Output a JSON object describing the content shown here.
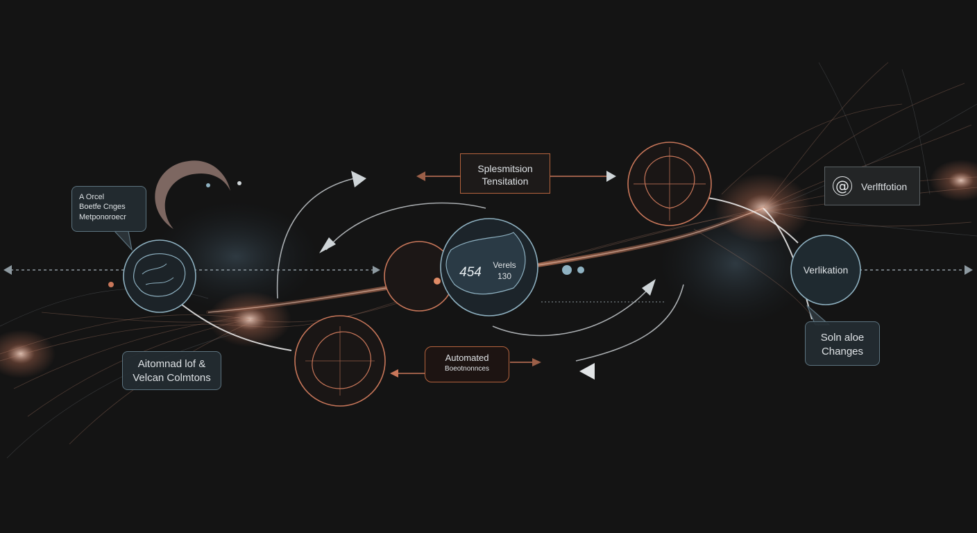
{
  "labels": {
    "top_left_note": [
      "A Orcel",
      "Boetfe Cnges",
      "Metponoroecr"
    ],
    "automated_left": [
      "Aitomnad lof &",
      "Velcan Colmtons"
    ],
    "speleminsion": [
      "Splesmitsion",
      "Tensitation"
    ],
    "automated_center": [
      "Automated",
      "Boeotnonnces"
    ],
    "center_circle_numeral": "454",
    "center_circle_text": [
      "Verels",
      "130"
    ],
    "verification_top": "Verlftfotion",
    "at_symbol": "@",
    "verification_circle": "Verlikation",
    "soln_aloe": [
      "Soln aloe",
      "Changes"
    ]
  },
  "colors": {
    "background": "#141414",
    "copper": "#c9775a",
    "slate": "#5d7480",
    "light_arrow": "#d9dde0"
  }
}
